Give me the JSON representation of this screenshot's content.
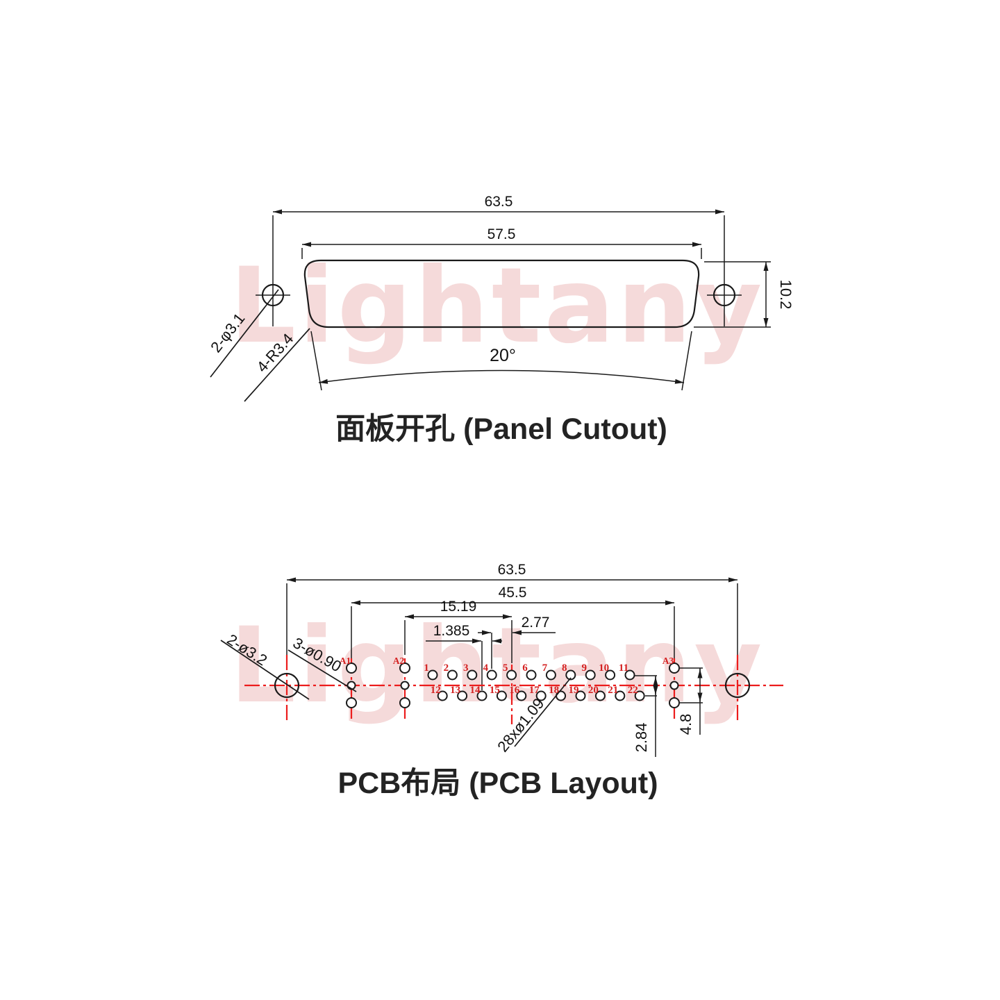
{
  "watermark": {
    "text": "Lightany"
  },
  "panel_cutout": {
    "title": "面板开孔 (Panel Cutout)",
    "dim_outer_width": "63.5",
    "dim_cutout_width": "57.5",
    "dim_height": "10.2",
    "dim_angle": "20°",
    "label_mount_holes": "2-φ3.1",
    "label_corner_radius": "4-R3.4"
  },
  "pcb_layout": {
    "title": "PCB布局 (PCB Layout)",
    "dim_outer_width": "63.5",
    "dim_coax_span": "45.5",
    "dim_a2_to_pin5": "15.19",
    "dim_pin_pitch": "2.77",
    "dim_row_offset": "1.385",
    "dim_row_spacing": "2.84",
    "dim_coax_height": "4.8",
    "label_mount_holes": "2-ø3.2",
    "label_coax_holes": "3-ø0.90",
    "label_pin_holes": "28xø1.09",
    "coax_labels": [
      "A1",
      "A2",
      "A3"
    ],
    "pin_labels_top": [
      "1",
      "2",
      "3",
      "4",
      "5",
      "6",
      "7",
      "8",
      "9",
      "10",
      "11"
    ],
    "pin_labels_bottom": [
      "12",
      "13",
      "14",
      "15",
      "16",
      "17",
      "18",
      "19",
      "20",
      "21",
      "22"
    ]
  },
  "colors": {
    "line": "#1a1a1a",
    "centerline_red": "#ec1c1c",
    "label_red": "#d42121",
    "watermark_pink": "#eebcbc"
  }
}
